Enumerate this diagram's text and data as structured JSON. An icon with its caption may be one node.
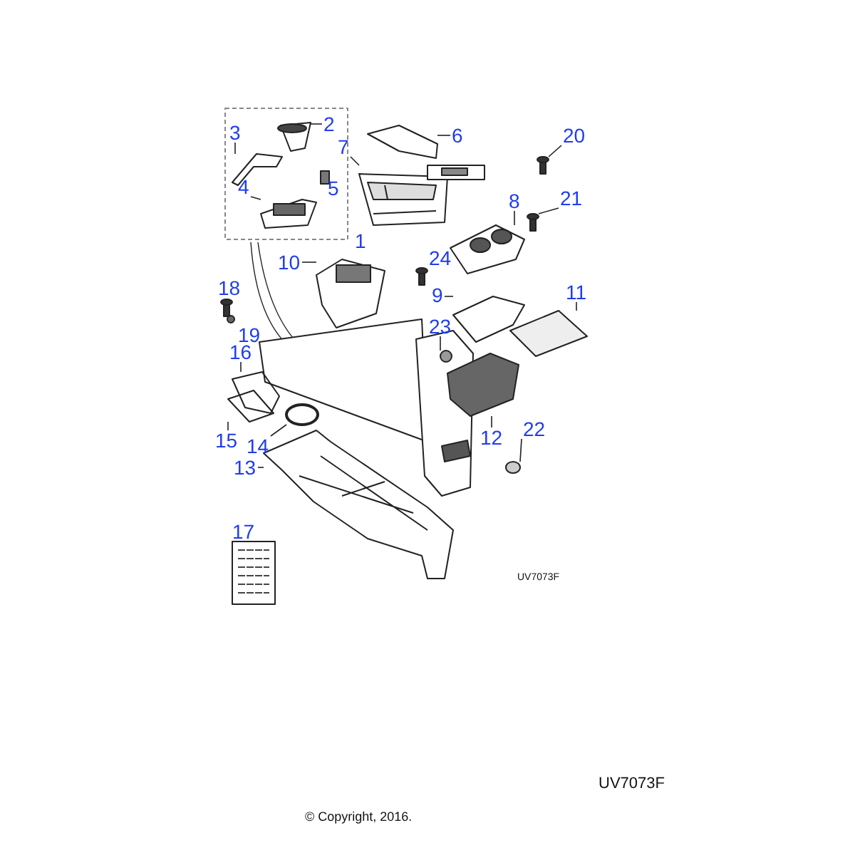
{
  "diagram": {
    "nodes": [
      {
        "text": [
          "1"
        ]
      },
      {
        "text": [
          "2"
        ]
      },
      {
        "text": [
          "3"
        ]
      },
      {
        "text": [
          "4"
        ]
      },
      {
        "text": [
          "5"
        ]
      },
      {
        "text": [
          "6"
        ]
      },
      {
        "text": [
          "7"
        ]
      },
      {
        "text": [
          "8"
        ]
      },
      {
        "text": [
          "9"
        ]
      },
      {
        "text": [
          "10"
        ]
      },
      {
        "text": [
          "11"
        ]
      },
      {
        "text": [
          "12"
        ]
      },
      {
        "text": [
          "13"
        ]
      },
      {
        "text": [
          "14"
        ]
      },
      {
        "text": [
          "15"
        ]
      },
      {
        "text": [
          "16"
        ]
      },
      {
        "text": [
          "17"
        ]
      },
      {
        "text": [
          "18"
        ]
      },
      {
        "text": [
          "19"
        ]
      },
      {
        "text": [
          "20"
        ]
      },
      {
        "text": [
          "21"
        ]
      },
      {
        "text": [
          "22"
        ]
      },
      {
        "text": [
          "23"
        ]
      },
      {
        "text": [
          "24"
        ]
      },
      {
        "text": [],
        "shape": "picture"
      },
      {
        "text": [],
        "shape": "picture"
      },
      {
        "text": [],
        "shape": "picture"
      },
      {
        "text": [],
        "shape": "picture"
      },
      {
        "text": [],
        "shape": "picture"
      },
      {
        "text": [],
        "shape": "picture"
      },
      {
        "text": [],
        "shape": "picture"
      },
      {
        "text": [],
        "shape": "picture"
      },
      {
        "text": [],
        "shape": "picture"
      },
      {
        "text": [],
        "shape": "picture"
      },
      {
        "text": [],
        "shape": "picture"
      },
      {
        "text": [],
        "shape": "circle"
      },
      {
        "text": [],
        "shape": "picture"
      },
      {
        "text": [],
        "shape": "picture"
      },
      {
        "text": [],
        "shape": "picture"
      },
      {
        "text": [],
        "shape": "picture"
      },
      {
        "text": [],
        "shape": "circle"
      },
      {
        "text": [],
        "shape": "circle"
      }
    ],
    "edges": [
      {
        "from": 1,
        "to": 24,
        "arrow": "none"
      },
      {
        "from": 2,
        "to": 25,
        "arrow": "none"
      },
      {
        "from": 3,
        "to": 26,
        "arrow": "none"
      },
      {
        "from": 5,
        "to": 27,
        "arrow": "none"
      },
      {
        "from": 6,
        "to": 28,
        "arrow": "none"
      },
      {
        "from": 7,
        "to": 29,
        "arrow": "none"
      },
      {
        "from": 8,
        "to": 30,
        "arrow": "none"
      },
      {
        "from": 9,
        "to": 31,
        "arrow": "none"
      },
      {
        "from": 10,
        "to": 32,
        "arrow": "none"
      },
      {
        "from": 11,
        "to": 33,
        "arrow": "none"
      },
      {
        "from": 12,
        "to": 34,
        "arrow": "none"
      },
      {
        "from": 13,
        "to": 35,
        "arrow": "none"
      },
      {
        "from": 14,
        "to": 36,
        "arrow": "none"
      },
      {
        "from": 15,
        "to": 37,
        "arrow": "none"
      },
      {
        "from": 19,
        "to": 38,
        "arrow": "none"
      },
      {
        "from": 20,
        "to": 39,
        "arrow": "none"
      },
      {
        "from": 21,
        "to": 40,
        "arrow": "none"
      },
      {
        "from": 22,
        "to": 41,
        "arrow": "none"
      }
    ],
    "labels": [
      "UV7073F",
      "UV7073F",
      "© Copyright, 2016."
    ]
  }
}
